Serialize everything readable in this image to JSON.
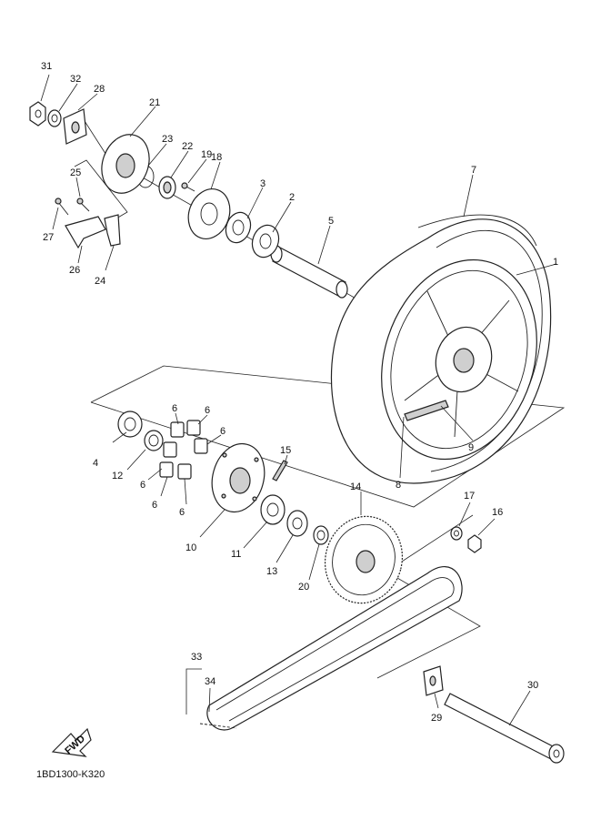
{
  "diagram": {
    "drawing_code": "1BD1300-K320",
    "fwd_label": "FWD",
    "callouts": [
      {
        "id": "c1",
        "label": "1"
      },
      {
        "id": "c2",
        "label": "2"
      },
      {
        "id": "c3",
        "label": "3"
      },
      {
        "id": "c4",
        "label": "4"
      },
      {
        "id": "c5",
        "label": "5"
      },
      {
        "id": "c6a",
        "label": "6"
      },
      {
        "id": "c6b",
        "label": "6"
      },
      {
        "id": "c6c",
        "label": "6"
      },
      {
        "id": "c6d",
        "label": "6"
      },
      {
        "id": "c6e",
        "label": "6"
      },
      {
        "id": "c6f",
        "label": "6"
      },
      {
        "id": "c7",
        "label": "7"
      },
      {
        "id": "c8",
        "label": "8"
      },
      {
        "id": "c9",
        "label": "9"
      },
      {
        "id": "c10",
        "label": "10"
      },
      {
        "id": "c11",
        "label": "11"
      },
      {
        "id": "c12",
        "label": "12"
      },
      {
        "id": "c13",
        "label": "13"
      },
      {
        "id": "c14",
        "label": "14"
      },
      {
        "id": "c15",
        "label": "15"
      },
      {
        "id": "c16",
        "label": "16"
      },
      {
        "id": "c17",
        "label": "17"
      },
      {
        "id": "c18",
        "label": "18"
      },
      {
        "id": "c19",
        "label": "19"
      },
      {
        "id": "c20",
        "label": "20"
      },
      {
        "id": "c21",
        "label": "21"
      },
      {
        "id": "c22",
        "label": "22"
      },
      {
        "id": "c23",
        "label": "23"
      },
      {
        "id": "c24",
        "label": "24"
      },
      {
        "id": "c25",
        "label": "25"
      },
      {
        "id": "c26",
        "label": "26"
      },
      {
        "id": "c27",
        "label": "27"
      },
      {
        "id": "c28",
        "label": "28"
      },
      {
        "id": "c29",
        "label": "29"
      },
      {
        "id": "c30",
        "label": "30"
      },
      {
        "id": "c31",
        "label": "31"
      },
      {
        "id": "c32",
        "label": "32"
      },
      {
        "id": "c33",
        "label": "33"
      },
      {
        "id": "c34",
        "label": "34"
      }
    ]
  }
}
